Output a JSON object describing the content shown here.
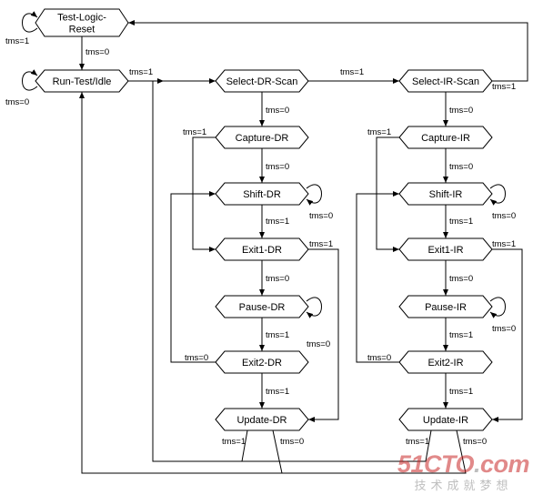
{
  "states": {
    "test_logic_reset": "Test-Logic-\nReset",
    "run_test_idle": "Run-Test/Idle",
    "select_dr_scan": "Select-DR-Scan",
    "select_ir_scan": "Select-IR-Scan",
    "capture_dr": "Capture-DR",
    "capture_ir": "Capture-IR",
    "shift_dr": "Shift-DR",
    "shift_ir": "Shift-IR",
    "exit1_dr": "Exit1-DR",
    "exit1_ir": "Exit1-IR",
    "pause_dr": "Pause-DR",
    "pause_ir": "Pause-IR",
    "exit2_dr": "Exit2-DR",
    "exit2_ir": "Exit2-IR",
    "update_dr": "Update-DR",
    "update_ir": "Update-IR"
  },
  "transition_labels": {
    "tlr_self": "tms=1",
    "tlr_to_rti": "tms=0",
    "rti_self": "tms=0",
    "rti_to_sdr": "tms=1",
    "sdr_to_sir": "tms=1",
    "sir_to_tlr": "tms=1",
    "sdr_to_cdr": "tms=0",
    "cdr_to_e1dr": "tms=1",
    "cdr_to_sdr2": "tms=0",
    "shdr_self": "tms=0",
    "shdr_to_e1dr": "tms=1",
    "e1dr_to_udr": "tms=1",
    "e1dr_to_pdr": "tms=0",
    "pdr_self": "tms=0",
    "pdr_to_e2dr": "tms=1",
    "e2dr_to_shdr": "tms=0",
    "e2dr_to_udr": "tms=1",
    "udr_to_sdr": "tms=1",
    "udr_to_rti": "tms=0",
    "sir_to_cir": "tms=0",
    "cir_to_e1ir": "tms=1",
    "cir_to_shir": "tms=0",
    "shir_self": "tms=0",
    "shir_to_e1ir": "tms=1",
    "e1ir_to_uir": "tms=1",
    "e1ir_to_pir": "tms=0",
    "pir_self": "tms=0",
    "pir_to_e2ir": "tms=1",
    "e2ir_to_shir": "tms=0",
    "e2ir_to_uir": "tms=1",
    "uir_to_sdr": "tms=1",
    "uir_to_rti": "tms=0"
  },
  "watermark": {
    "logo_main": "51CTO",
    "logo_dot": ".",
    "logo_domain": "com",
    "subtitle": "技术成就梦想"
  }
}
